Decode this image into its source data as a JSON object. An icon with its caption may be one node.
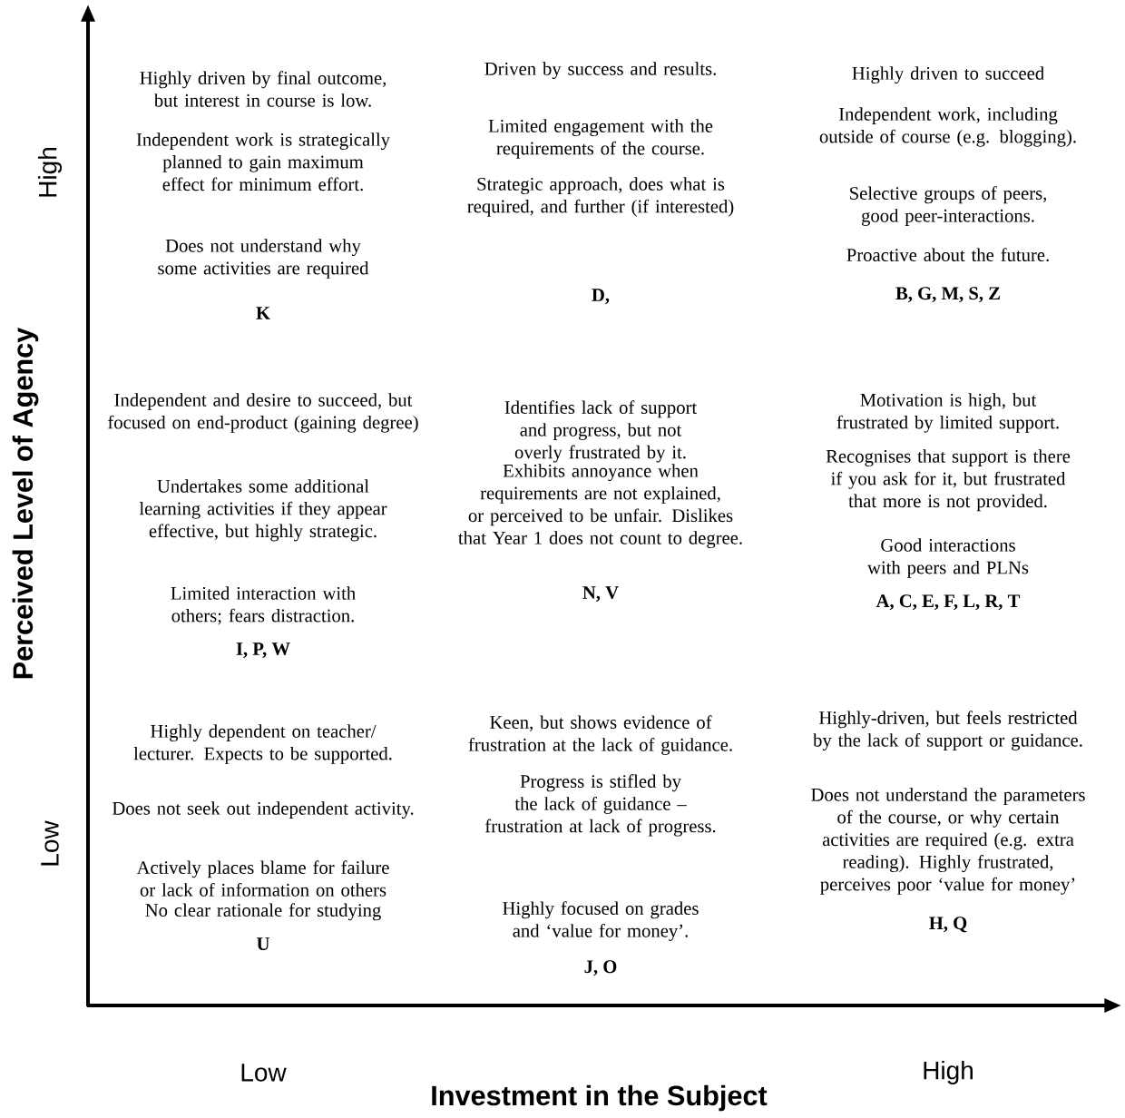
{
  "diagram": {
    "labels": [
      "High",
      "Low",
      "Perceived Level of Agency",
      "Highly driven by final outcome, but interest in course is low.",
      "Independent work is strategically planned to gain maximum effect for minimum effort.",
      "Does not understand why some activities are required",
      "K",
      "Driven by success and results.",
      "Limited engagement with the requirements of the course.",
      "Strategic approach, does what is required, and further (if interested)",
      "D,",
      "Highly driven to succeed",
      "Independent work, including outside of course (e.g. blogging).",
      "Selective groups of peers, good peer-interactions.",
      "Proactive about the future.",
      "B, G, M, S, Z",
      "Independent and desire to succeed, but focused on end-product (gaining degree)",
      "Undertakes some additional learning activities if they appear effective, but highly strategic.",
      "Limited interaction with others; fears distraction.",
      "I, P, W",
      "Identifies lack of support and progress, but not overly frustrated by it.",
      "Exhibits annoyance when requirements are not explained, or perceived to be unfair. Dislikes that Year 1 does not count to degree.",
      "N, V",
      "Motivation is high, but frustrated by limited support.",
      "Recognises that support is there if you ask for it, but frustrated that more is not provided.",
      "Good interactions with peers and PLNs",
      "A, C, E, F, L, R, T",
      "Highly dependent on teacher/ lecturer. Expects to be supported.",
      "Does not seek out independent activity.",
      "Actively places blame for failure or lack of information on others",
      "No clear rationale for studying",
      "U",
      "Keen, but shows evidence of frustration at the lack of guidance.",
      "Progress is stifled by the lack of guidance – frustration at lack of progress.",
      "Highly focused on grades and ‘value for money’.",
      "J, O",
      "Highly-driven, but feels restricted by the lack of support or guidance.",
      "Does not understand the parameters of the course, or why certain activities are required (e.g. extra reading). Highly frustrated, perceives poor ‘value for money’",
      "H, Q",
      "Low",
      "High",
      "Investment in the Subject"
    ]
  }
}
